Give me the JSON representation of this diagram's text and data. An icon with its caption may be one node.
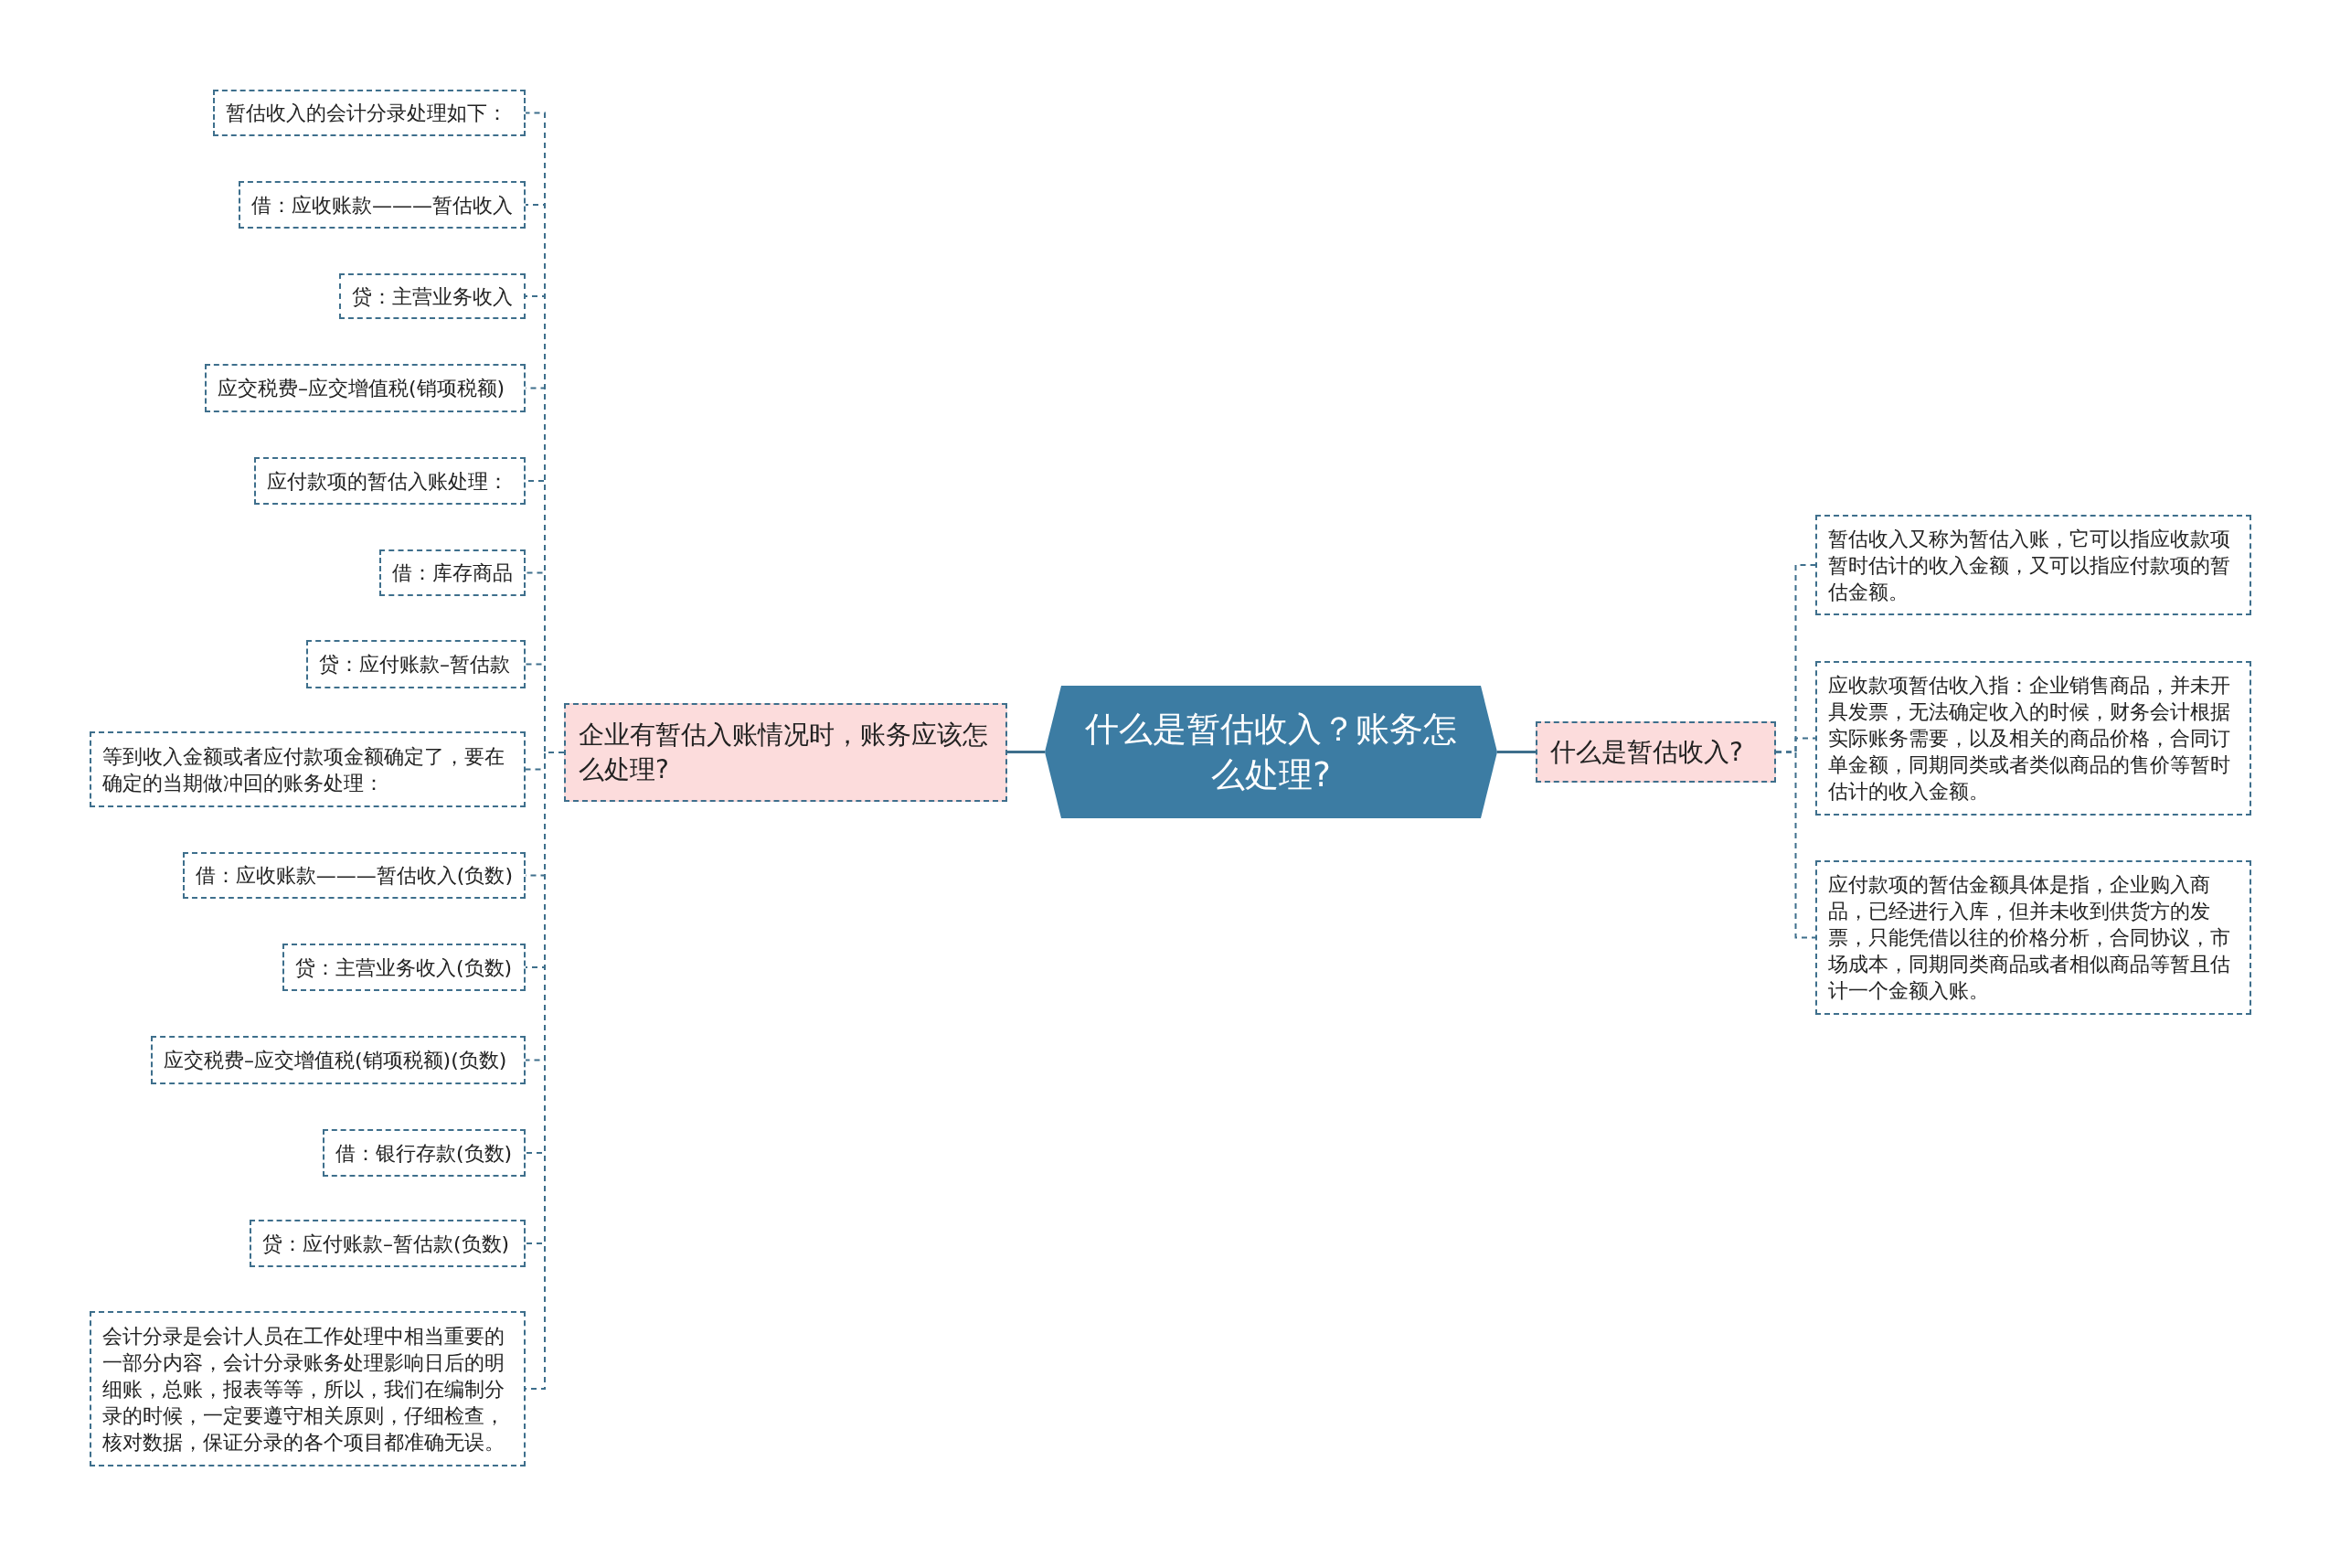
{
  "diagram": {
    "nodes": [
      {
        "text": [
          "什么是暂估收入？账务怎么处理?"
        ]
      },
      {
        "text": [
          "企业有暂估入账情况时，账务应该怎么处理?"
        ]
      },
      {
        "text": [
          "什么是暂估收入?"
        ]
      },
      {
        "text": [
          "暂估收入的会计分录处理如下："
        ]
      },
      {
        "text": [
          "借：应收账款———暂估收入"
        ]
      },
      {
        "text": [
          "贷：主营业务收入"
        ]
      },
      {
        "text": [
          "应交税费–应交增值税(销项税额)"
        ]
      },
      {
        "text": [
          "应付款项的暂估入账处理："
        ]
      },
      {
        "text": [
          "借：库存商品"
        ]
      },
      {
        "text": [
          "贷：应付账款–暂估款"
        ]
      },
      {
        "text": [
          "等到收入金额或者应付款项金额确定了，要在确定的当期做冲回的账务处理："
        ]
      },
      {
        "text": [
          "借：应收账款———暂估收入(负数)"
        ]
      },
      {
        "text": [
          "贷：主营业务收入(负数)"
        ]
      },
      {
        "text": [
          "应交税费–应交增值税(销项税额)(负数)"
        ]
      },
      {
        "text": [
          "借：银行存款(负数)"
        ]
      },
      {
        "text": [
          "贷：应付账款–暂估款(负数)"
        ]
      },
      {
        "text": [
          "会计分录是会计人员在工作处理中相当重要的一部分内容，会计分录账务处理影响日后的明细账，总账，报表等等，所以，我们在编制分录的时候，一定要遵守相关原则，仔细检查，核对数据，保证分录的各个项目都准确无误。"
        ]
      },
      {
        "text": [
          "暂估收入又称为暂估入账，它可以指应收款项暂时估计的收入金额，又可以指应付款项的暂估金额。"
        ]
      },
      {
        "text": [
          "应收款项暂估收入指：企业销售商品，并未开具发票，无法确定收入的时候，财务会计根据实际账务需要，以及相关的商品价格，合同订单金额，同期同类或者类似商品的售价等暂时估计的收入金额。"
        ]
      },
      {
        "text": [
          "应付款项的暂估金额具体是指，企业购入商品，已经进行入库，但并未收到供货方的发票，只能凭借以往的价格分析，合同协议，市场成本，同期同类商品或者相似商品等暂且估计一个金额入账。"
        ]
      }
    ],
    "edges": [
      {
        "from": 0,
        "to": 1,
        "arrow": "none"
      },
      {
        "from": 0,
        "to": 2,
        "arrow": "none"
      },
      {
        "from": 1,
        "to": 3,
        "arrow": "none",
        "style": "dashed"
      },
      {
        "from": 1,
        "to": 4,
        "arrow": "none",
        "style": "dashed"
      },
      {
        "from": 1,
        "to": 5,
        "arrow": "none",
        "style": "dashed"
      },
      {
        "from": 1,
        "to": 6,
        "arrow": "none",
        "style": "dashed"
      },
      {
        "from": 1,
        "to": 7,
        "arrow": "none",
        "style": "dashed"
      },
      {
        "from": 1,
        "to": 8,
        "arrow": "none",
        "style": "dashed"
      },
      {
        "from": 1,
        "to": 9,
        "arrow": "none",
        "style": "dashed"
      },
      {
        "from": 1,
        "to": 10,
        "arrow": "none",
        "style": "dashed"
      },
      {
        "from": 1,
        "to": 11,
        "arrow": "none",
        "style": "dashed"
      },
      {
        "from": 1,
        "to": 12,
        "arrow": "none",
        "style": "dashed"
      },
      {
        "from": 1,
        "to": 13,
        "arrow": "none",
        "style": "dashed"
      },
      {
        "from": 1,
        "to": 14,
        "arrow": "none",
        "style": "dashed"
      },
      {
        "from": 1,
        "to": 15,
        "arrow": "none",
        "style": "dashed"
      },
      {
        "from": 1,
        "to": 16,
        "arrow": "none",
        "style": "dashed"
      },
      {
        "from": 2,
        "to": 17,
        "arrow": "none",
        "style": "dashed"
      },
      {
        "from": 2,
        "to": 18,
        "arrow": "none",
        "style": "dashed"
      },
      {
        "from": 2,
        "to": 19,
        "arrow": "none",
        "style": "dashed"
      }
    ]
  }
}
